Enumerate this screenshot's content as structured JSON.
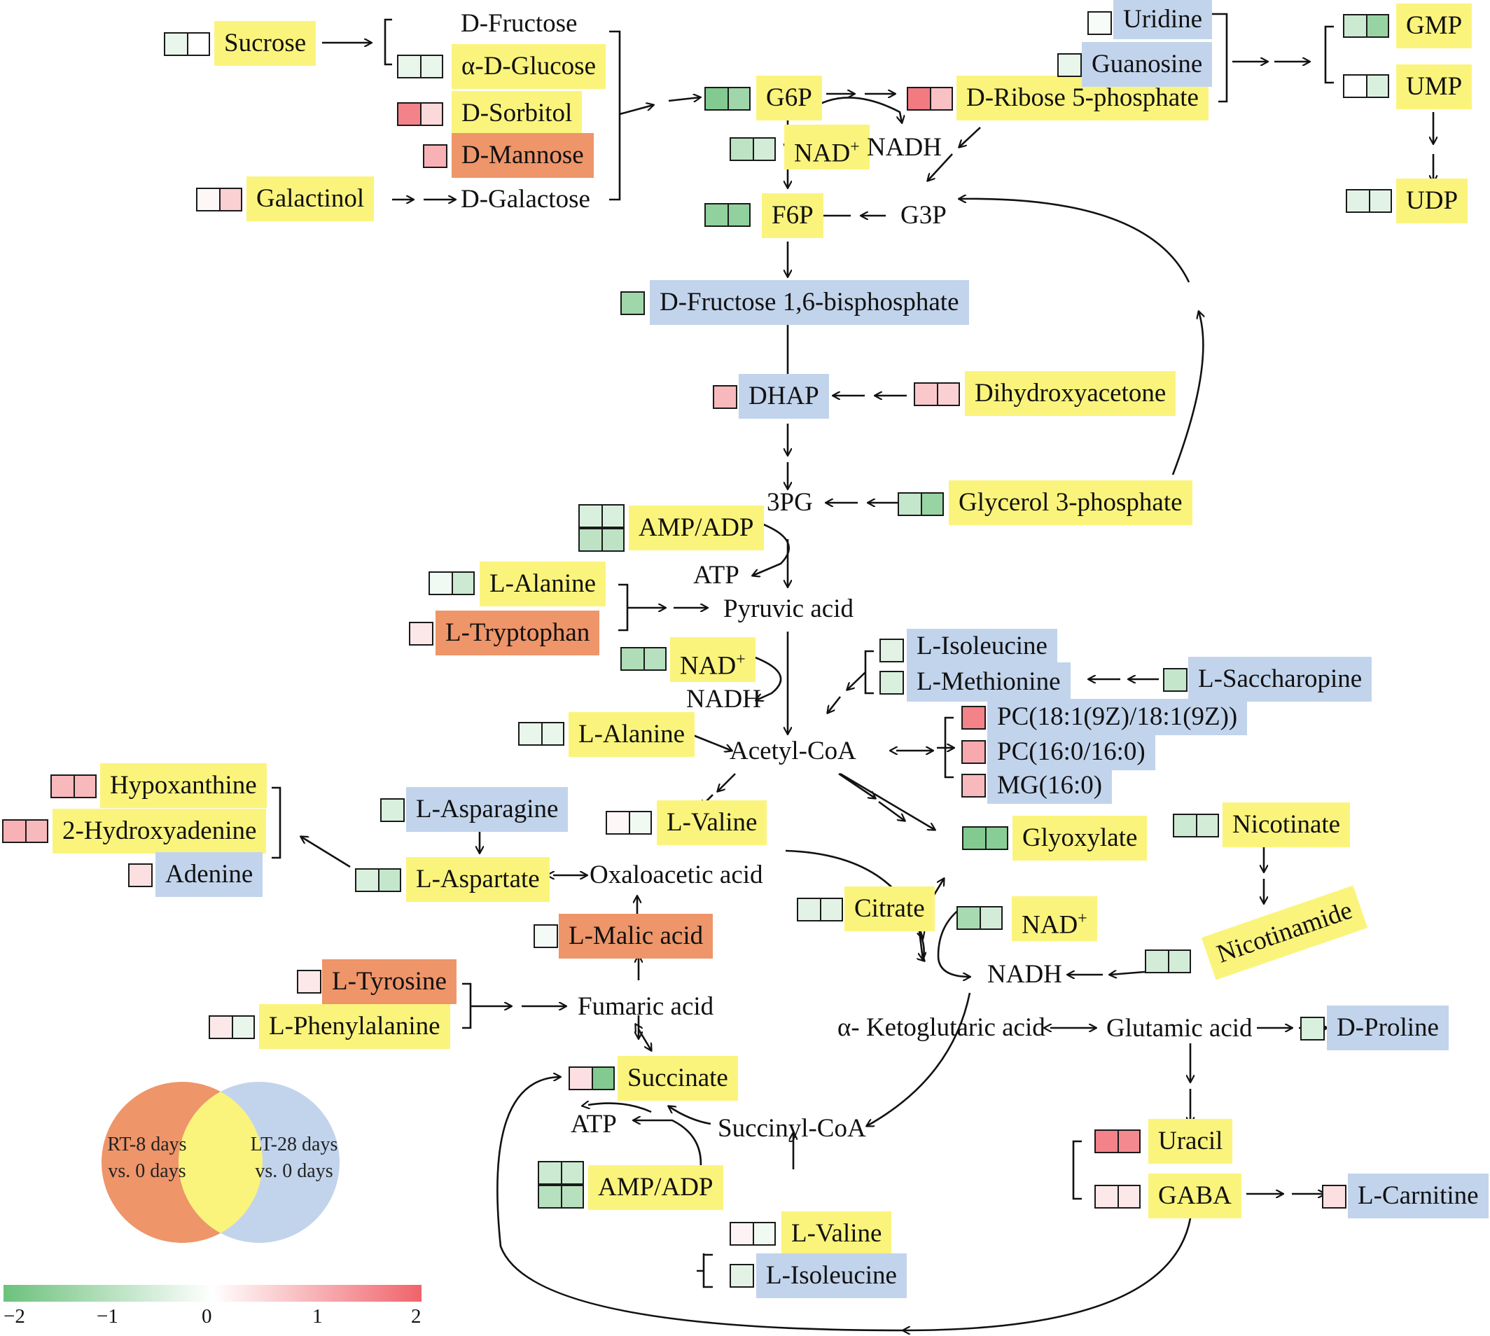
{
  "colors": {
    "highlight_both": "#fbf47c",
    "highlight_lt28": "#c2d4ec",
    "highlight_rt8": "#ee956a",
    "scale_low": "#6cc17c",
    "scale_mid": "#ffffff",
    "scale_high": "#f0636b"
  },
  "metabolites": {
    "sucrose": "Sucrose",
    "d_fructose": "D-Fructose",
    "a_d_glucose": "α-D-Glucose",
    "d_sorbitol": "D-Sorbitol",
    "d_mannose": "D-Mannose",
    "galactinol": "Galactinol",
    "d_galactose": "D-Galactose",
    "g6p": "G6P",
    "nad_top": "NAD",
    "nadh_top": "NADH",
    "d_ribose_5p": "D-Ribose 5-phosphate",
    "uridine": "Uridine",
    "guanosine": "Guanosine",
    "gmp": "GMP",
    "ump": "UMP",
    "udp": "UDP",
    "f6p": "F6P",
    "g3p": "G3P",
    "fbp": "D-Fructose 1,6-bisphosphate",
    "dhap": "DHAP",
    "dihydroxyacetone": "Dihydroxyacetone",
    "pg3": "3PG",
    "glycerol_3p": "Glycerol 3-phosphate",
    "amp_adp_1": "AMP/ADP",
    "atp_1": "ATP",
    "l_alanine_1": "L-Alanine",
    "l_tryptophan": "L-Tryptophan",
    "pyruvic_acid": "Pyruvic acid",
    "nad_mid": "NAD",
    "nadh_mid": "NADH",
    "l_isoleucine_1": "L-Isoleucine",
    "l_methionine": "L-Methionine",
    "l_saccharopine": "L-Saccharopine",
    "pc_18": "PC(18:1(9Z)/18:1(9Z))",
    "pc_16": "PC(16:0/16:0)",
    "mg_16": "MG(16:0)",
    "l_alanine_2": "L-Alanine",
    "acetyl_coa": "Acetyl-CoA",
    "hypoxanthine": "Hypoxanthine",
    "hydroxyadenine": "2-Hydroxyadenine",
    "adenine": "Adenine",
    "l_asparagine": "L-Asparagine",
    "l_aspartate": "L-Aspartate",
    "oxaloacetic_acid": "Oxaloacetic acid",
    "l_valine_1": "L-Valine",
    "glyoxylate": "Glyoxylate",
    "nicotinate": "Nicotinate",
    "citrate": "Citrate",
    "nad_low": "NAD",
    "nadh_low": "NADH",
    "nicotinamide": "Nicotinamide",
    "l_malic_acid": "L-Malic acid",
    "l_tyrosine": "L-Tyrosine",
    "l_phenylalanine": "L-Phenylalanine",
    "fumaric_acid": "Fumaric acid",
    "a_ketoglutaric_acid": "α- Ketoglutaric acid",
    "glutamic_acid": "Glutamic acid",
    "d_proline": "D-Proline",
    "succinate": "Succinate",
    "atp_2": "ATP",
    "succinyl_coa": "Succinyl-CoA",
    "amp_adp_2": "AMP/ADP",
    "uracil": "Uracil",
    "gaba": "GABA",
    "l_carnitine": "L-Carnitine",
    "l_valine_2": "L-Valine",
    "l_isoleucine_2": "L-Isoleucine",
    "plus": "+"
  },
  "venn": {
    "rt8_line1": "RT-8 days",
    "rt8_line2": "vs. 0 days",
    "lt28_line1": "LT-28 days",
    "lt28_line2": "vs. 0 days"
  },
  "scale": {
    "min": -2,
    "max": 2,
    "ticks": [
      "−2",
      "−1",
      "0",
      "1",
      "2"
    ]
  },
  "fold_changes": {
    "sucrose": [
      -0.3,
      null
    ],
    "a_d_glucose": [
      -0.3,
      -0.3
    ],
    "d_sorbitol": [
      1.6,
      0.5
    ],
    "d_mannose": [
      1.0
    ],
    "galactinol": [
      0.1,
      0.6
    ],
    "g6p": [
      -1.7,
      -1.3
    ],
    "d_ribose_5p": [
      1.7,
      0.8
    ],
    "uridine": [
      -0.1
    ],
    "guanosine": [
      -0.3
    ],
    "gmp": [
      -0.7,
      -1.4
    ],
    "ump": [
      0.0,
      -0.5
    ],
    "udp": [
      -0.4,
      -0.4
    ],
    "f6p": [
      -1.5,
      -1.5
    ],
    "fbp": [
      -1.3
    ],
    "dhap": [
      0.9
    ],
    "dihydroxyacetone": [
      0.7,
      0.6
    ],
    "glycerol_3p": [
      -0.8,
      -1.4
    ],
    "amp_adp_1_top": [
      -0.5,
      -0.5
    ],
    "amp_adp_1_bottom": [
      -0.9,
      -0.9
    ],
    "l_alanine_1": [
      -0.2,
      -0.7
    ],
    "l_tryptophan": [
      0.3
    ],
    "nad_mid": [
      -1.1,
      -1.0
    ],
    "l_isoleucine_1": [
      -0.4
    ],
    "l_methionine": [
      -0.5
    ],
    "l_saccharopine": [
      -0.8
    ],
    "pc_18": [
      1.6
    ],
    "pc_16": [
      1.1
    ],
    "mg_16": [
      0.9
    ],
    "l_alanine_2": [
      -0.3,
      -0.3
    ],
    "hypoxanthine": [
      0.9,
      0.9
    ],
    "hydroxyadenine": [
      1.0,
      0.9
    ],
    "adenine": [
      0.4
    ],
    "l_asparagine": [
      -0.5
    ],
    "l_aspartate": [
      -0.5,
      -0.8
    ],
    "l_valine_1": [
      0.1,
      -0.2
    ],
    "glyoxylate": [
      -1.7,
      -1.6
    ],
    "nicotinate": [
      -0.7,
      -0.6
    ],
    "citrate": [
      -0.4,
      -0.4
    ],
    "nad_low": [
      -1.2,
      -0.6
    ],
    "nicotinamide": [
      -0.6,
      -0.6
    ],
    "l_malic_acid": [
      -0.15
    ],
    "l_tyrosine": [
      0.3
    ],
    "l_phenylalanine": [
      0.3,
      -0.3
    ],
    "succinate": [
      0.4,
      -1.7
    ],
    "amp_adp_2_top": [
      -0.7,
      -0.7
    ],
    "amp_adp_2_bottom": [
      -1.0,
      -1.0
    ],
    "uracil": [
      1.6,
      1.5
    ],
    "gaba": [
      0.3,
      0.3
    ],
    "l_carnitine": [
      0.4
    ],
    "l_valine_2": [
      0.15,
      -0.2
    ],
    "l_isoleucine_2": [
      -0.4
    ],
    "d_proline": [
      -0.5
    ]
  }
}
